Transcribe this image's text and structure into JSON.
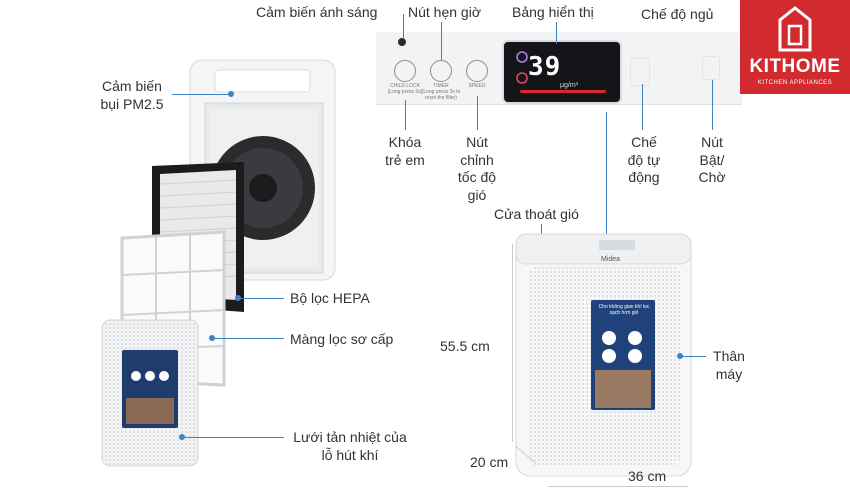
{
  "labels": {
    "light_sensor": "Cảm biến ánh sáng",
    "timer_button": "Nút hẹn giờ",
    "display_panel": "Bảng hiển thị",
    "auto_mode": "Chế độ ngủ",
    "pm25_sensor": "Cảm biến bụi PM2.5",
    "child_lock": "Khóa trẻ em",
    "fan_speed_button": "Nút chỉnh tốc độ gió",
    "auto_mode_2": "Chế độ tự động",
    "power_button": "Nút Bật/ Chờ",
    "air_outlet": "Cửa thoát gió",
    "hepa_filter": "Bộ lọc HEPA",
    "pre_filter": "Màng lọc sơ cấp",
    "height": "55.5 cm",
    "body": "Thân máy",
    "heat_grid": "Lưới tản nhiệt của lỗ hút khí",
    "depth": "20 cm",
    "width": "36 cm"
  },
  "panel": {
    "child_lock_text": "CHILD LOCK",
    "child_lock_sub": "(Long press 3s)",
    "timer_text": "TIMER",
    "timer_sub": "(Long press 3s to reset the filter)",
    "speed_text": "SPEED",
    "display_value": "39",
    "display_unit": "μg/m³"
  },
  "brand": {
    "name": "KITHOME",
    "tagline": "KITCHEN APPLIANCES"
  },
  "device": {
    "brand_mark": "Midea",
    "promo_title": "Cho không gian khí lọc sạch hơn gió"
  },
  "colors": {
    "accent_line": "#3d83c4",
    "brand_red": "#d12a2f",
    "display_bg": "#141519"
  }
}
